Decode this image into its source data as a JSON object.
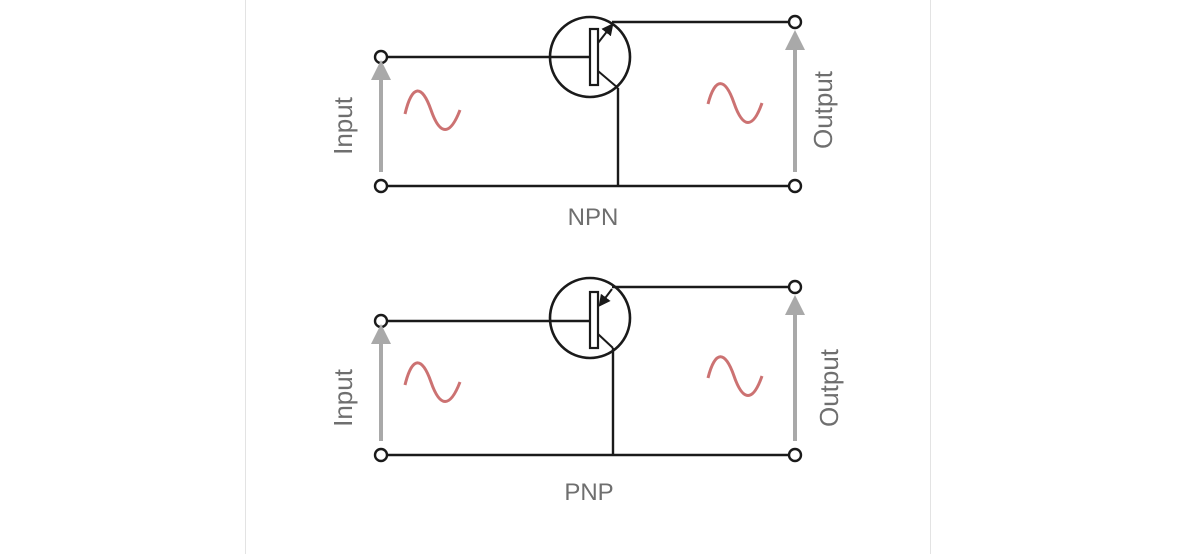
{
  "colors": {
    "wire": "#1a1a1a",
    "arrow": "#a9a9a9",
    "sine": "#cc7272",
    "text": "#6f6f6f",
    "panel_border": "#e3e3e3"
  },
  "circuits": [
    {
      "type": "NPN",
      "caption": "NPN",
      "input_label": "Input",
      "output_label": "Output",
      "emitter_arrow": "outward"
    },
    {
      "type": "PNP",
      "caption": "PNP",
      "input_label": "Input",
      "output_label": "Output",
      "emitter_arrow": "inward"
    }
  ]
}
